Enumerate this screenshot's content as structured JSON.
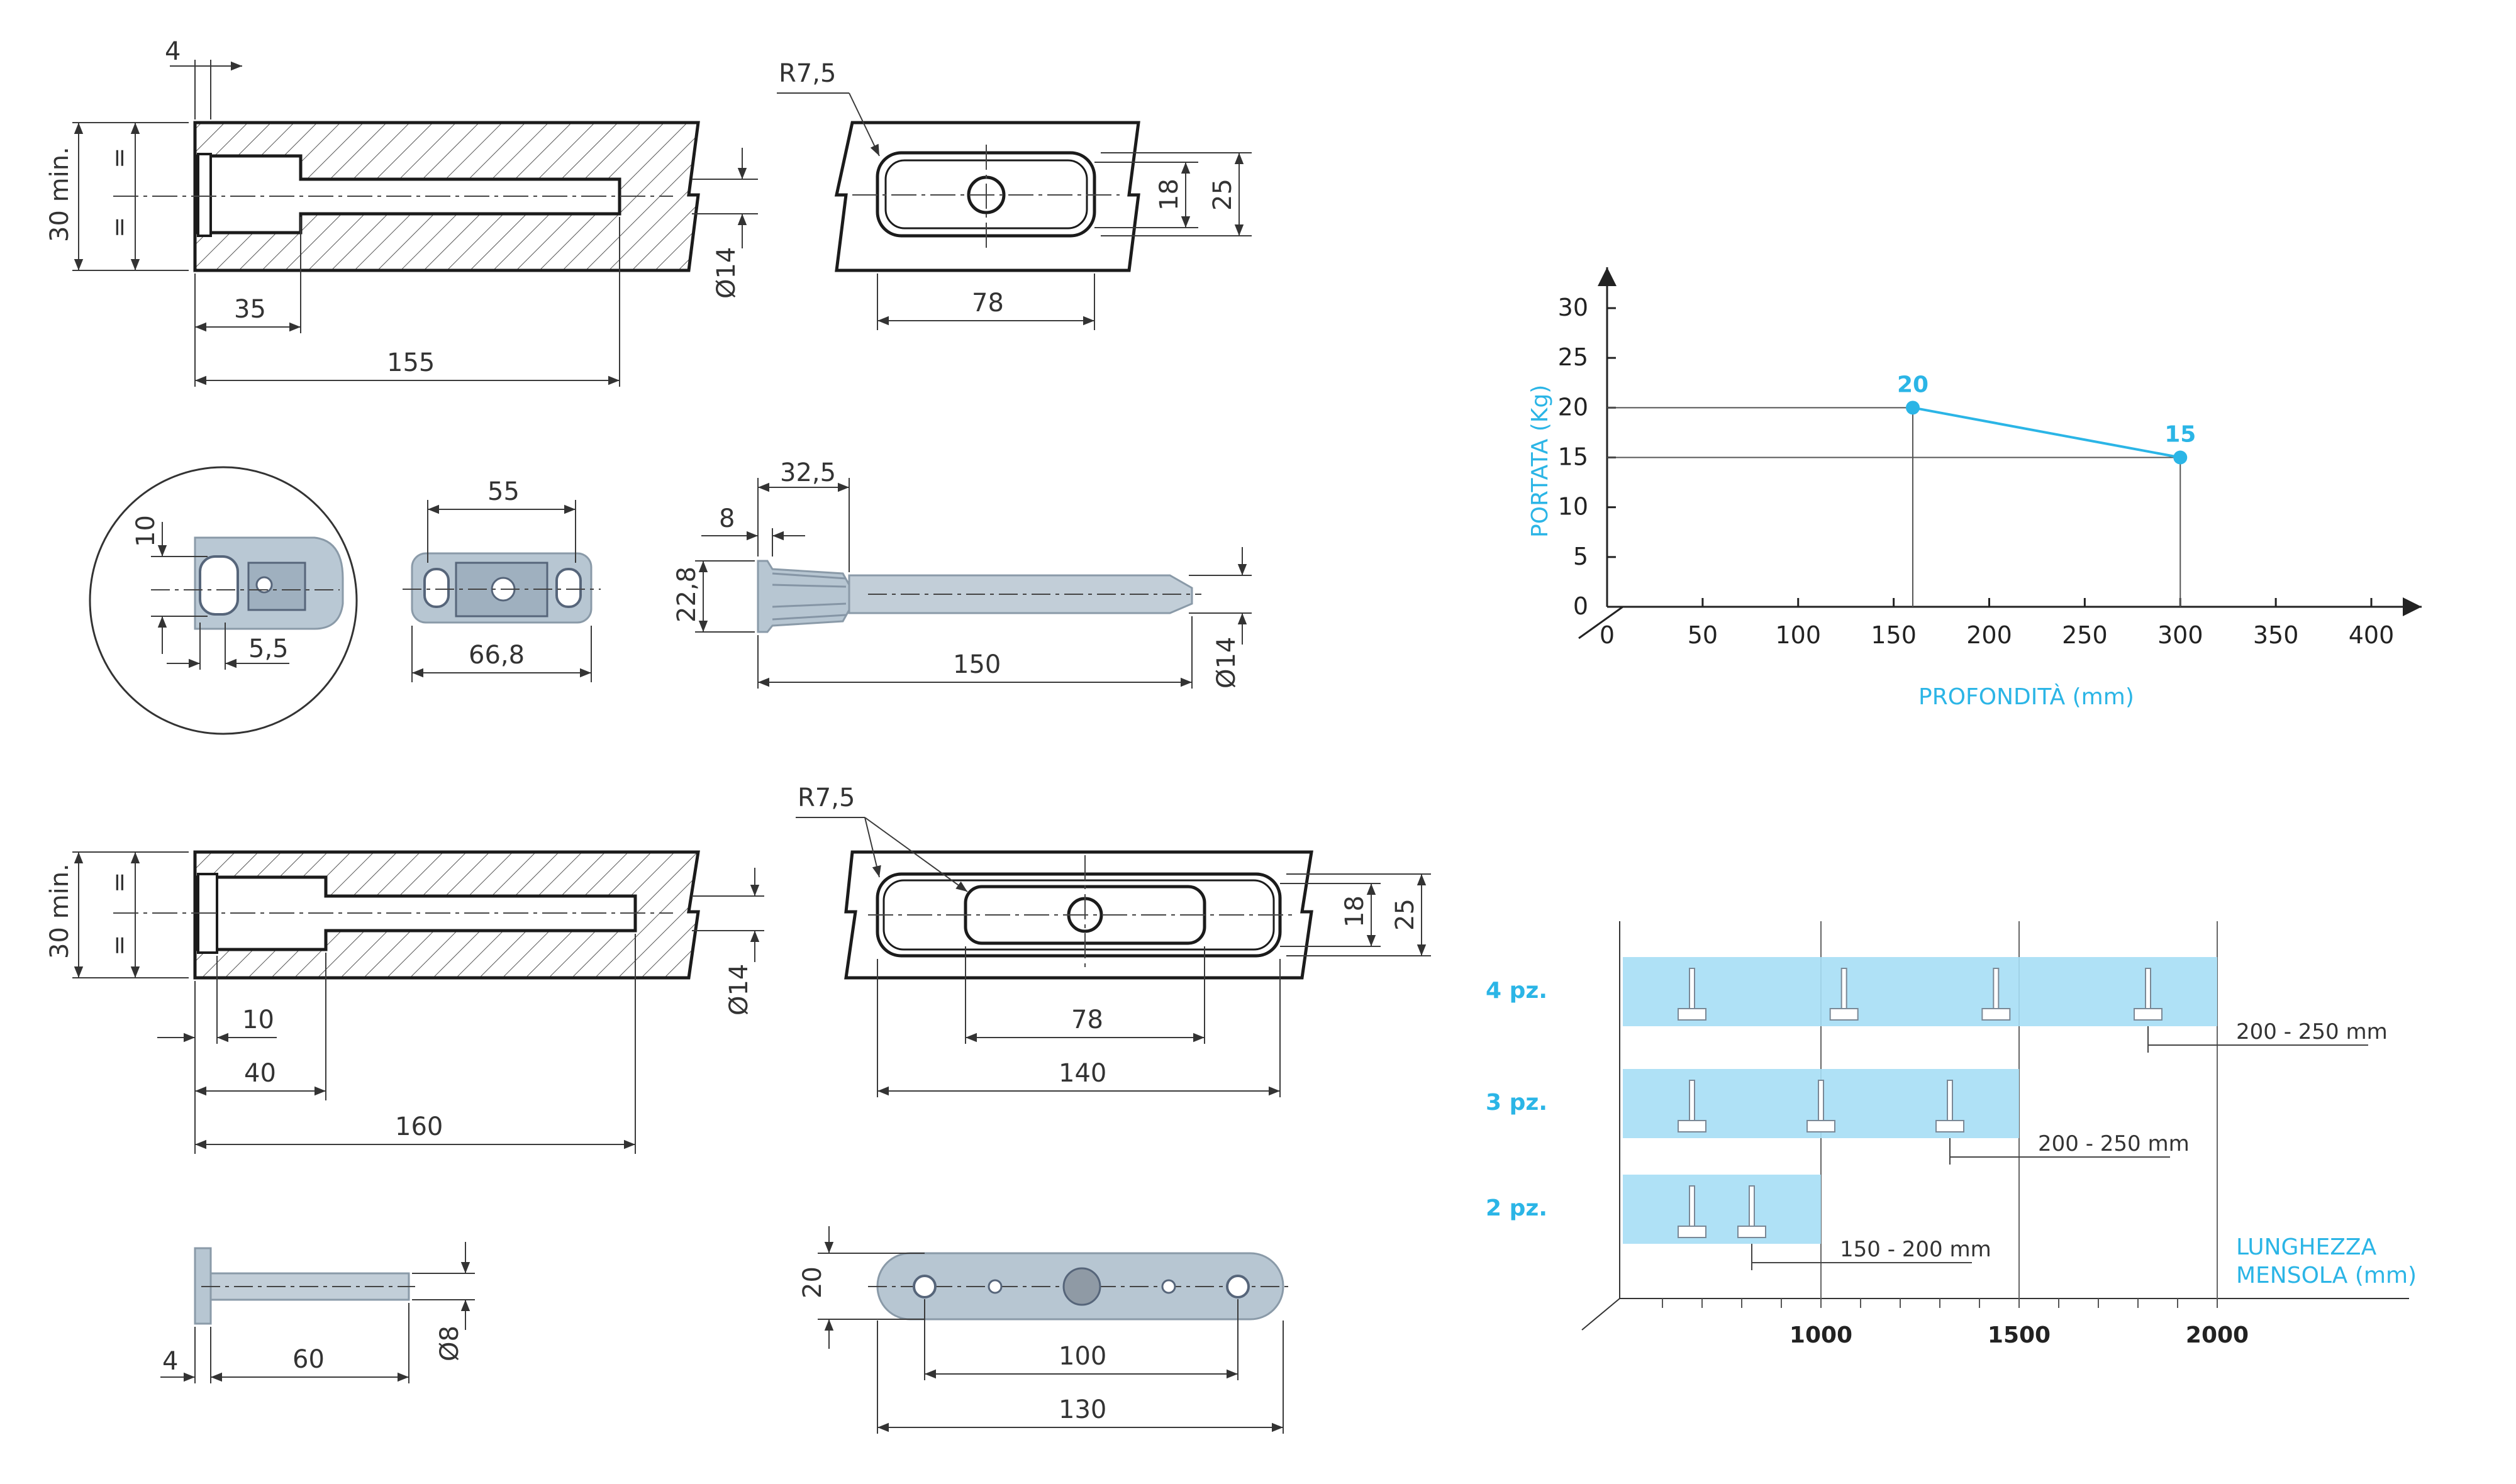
{
  "drawings": {
    "d1": {
      "gap": "4",
      "height": "30 min.",
      "eq_top": "=",
      "eq_bottom": "=",
      "head": "35",
      "length": "155",
      "dia": "Ø14"
    },
    "d2": {
      "radius": "R7,5",
      "width": "78",
      "inner_h": "18",
      "outer_h": "25"
    },
    "d3": {
      "h": "10",
      "w": "5,5"
    },
    "d4": {
      "top": "55",
      "bottom": "66,8"
    },
    "d5": {
      "a": "32,5",
      "b": "8",
      "h": "22,8",
      "length": "150",
      "dia": "Ø14"
    },
    "d6": {
      "height": "30 min.",
      "eq_top": "=",
      "eq_bottom": "=",
      "head": "10",
      "mid": "40",
      "length": "160",
      "dia": "Ø14"
    },
    "d7": {
      "radius": "R7,5",
      "inner_w": "78",
      "outer_w": "140",
      "inner_h": "18",
      "outer_h": "25"
    },
    "d8": {
      "gap": "4",
      "length": "60",
      "dia": "Ø8"
    },
    "d9": {
      "h": "20",
      "inner": "100",
      "outer": "130"
    }
  },
  "chart_data": [
    {
      "type": "line",
      "xlabel": "PROFONDITÀ (mm)",
      "ylabel": "PORTATA (Kg)",
      "x_ticks": [
        "0",
        "50",
        "100",
        "150",
        "200",
        "250",
        "300",
        "350",
        "400"
      ],
      "y_ticks": [
        "0",
        "5",
        "10",
        "15",
        "20",
        "25",
        "30"
      ],
      "xlim": [
        0,
        400
      ],
      "ylim": [
        0,
        30
      ],
      "series": [
        {
          "x": [
            160,
            300
          ],
          "y": [
            20,
            15
          ]
        }
      ],
      "data_labels": [
        "20",
        "15"
      ],
      "accent_color": "#2bb5e6"
    },
    {
      "type": "bar",
      "categories": [
        "4 pz.",
        "3 pz.",
        "2 pz."
      ],
      "bar_start": [
        500,
        500,
        500
      ],
      "bar_end": [
        2000,
        1500,
        1000
      ],
      "x_ticks": [
        "1000",
        "1500",
        "2000"
      ],
      "spacing_labels": [
        "200 - 250 mm",
        "200 - 250 mm",
        "150 - 200 mm"
      ],
      "xlabel_line1": "LUNGHEZZA",
      "xlabel_line2": "MENSOLA (mm)",
      "bar_color": "#a6def5"
    }
  ]
}
